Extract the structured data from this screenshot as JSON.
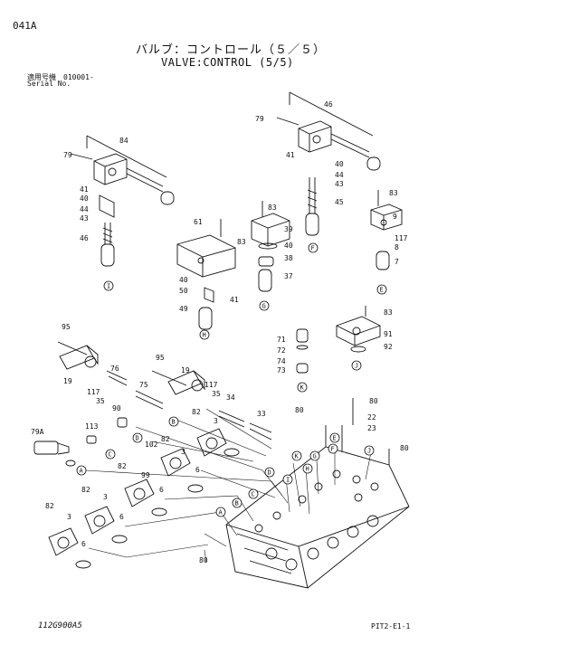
{
  "header": {
    "page_code": "041A",
    "title_jp": "バルブ：コントロール（５／５）",
    "title_en": "VALVE:CONTROL (5/5)",
    "serial_label_jp": "適用号機　010001-",
    "serial_label_en": "Serial No."
  },
  "footer": {
    "figure_code": "112G900A5",
    "page_ref": "PIT2-E1-1"
  },
  "callouts": [
    {
      "id": "c79a",
      "label": "79"
    },
    {
      "id": "c84",
      "label": "84"
    },
    {
      "id": "c41a",
      "label": "41"
    },
    {
      "id": "c40a",
      "label": "40"
    },
    {
      "id": "c44a",
      "label": "44"
    },
    {
      "id": "c43a",
      "label": "43"
    },
    {
      "id": "c46a",
      "label": "46"
    },
    {
      "id": "c61",
      "label": "61"
    },
    {
      "id": "c83a",
      "label": "83"
    },
    {
      "id": "c40b",
      "label": "40"
    },
    {
      "id": "c50",
      "label": "50"
    },
    {
      "id": "c41b",
      "label": "41"
    },
    {
      "id": "c49",
      "label": "49"
    },
    {
      "id": "c83b",
      "label": "83"
    },
    {
      "id": "c39",
      "label": "39"
    },
    {
      "id": "c40c",
      "label": "40"
    },
    {
      "id": "c38",
      "label": "38"
    },
    {
      "id": "c37",
      "label": "37"
    },
    {
      "id": "c46b",
      "label": "46"
    },
    {
      "id": "c79b",
      "label": "79"
    },
    {
      "id": "c41c",
      "label": "41"
    },
    {
      "id": "c40d",
      "label": "40"
    },
    {
      "id": "c44b",
      "label": "44"
    },
    {
      "id": "c43b",
      "label": "43"
    },
    {
      "id": "c45",
      "label": "45"
    },
    {
      "id": "c83c",
      "label": "83"
    },
    {
      "id": "c9",
      "label": "9"
    },
    {
      "id": "c117a",
      "label": "117"
    },
    {
      "id": "c8",
      "label": "8"
    },
    {
      "id": "c7",
      "label": "7"
    },
    {
      "id": "c83d",
      "label": "83"
    },
    {
      "id": "c91",
      "label": "91"
    },
    {
      "id": "c92",
      "label": "92"
    },
    {
      "id": "c71",
      "label": "71"
    },
    {
      "id": "c72",
      "label": "72"
    },
    {
      "id": "c74",
      "label": "74"
    },
    {
      "id": "c73",
      "label": "73"
    },
    {
      "id": "c95a",
      "label": "95"
    },
    {
      "id": "c19a",
      "label": "19"
    },
    {
      "id": "c117b",
      "label": "117"
    },
    {
      "id": "c35a",
      "label": "35"
    },
    {
      "id": "c76",
      "label": "76"
    },
    {
      "id": "c95b",
      "label": "95"
    },
    {
      "id": "c19b",
      "label": "19"
    },
    {
      "id": "c75",
      "label": "75"
    },
    {
      "id": "c117c",
      "label": "117"
    },
    {
      "id": "c35b",
      "label": "35"
    },
    {
      "id": "c34",
      "label": "34"
    },
    {
      "id": "c90",
      "label": "90"
    },
    {
      "id": "c113",
      "label": "113"
    },
    {
      "id": "c79A",
      "label": "79A"
    },
    {
      "id": "c82a",
      "label": "82"
    },
    {
      "id": "c3a",
      "label": "3"
    },
    {
      "id": "c33",
      "label": "33"
    },
    {
      "id": "c80a",
      "label": "80"
    },
    {
      "id": "c80b",
      "label": "80"
    },
    {
      "id": "c22",
      "label": "22"
    },
    {
      "id": "c23",
      "label": "23"
    },
    {
      "id": "c80c",
      "label": "80"
    },
    {
      "id": "c102",
      "label": "102"
    },
    {
      "id": "c82b",
      "label": "82"
    },
    {
      "id": "c3b",
      "label": "3"
    },
    {
      "id": "c6a",
      "label": "6"
    },
    {
      "id": "c82c",
      "label": "82"
    },
    {
      "id": "c99",
      "label": "99"
    },
    {
      "id": "c6b",
      "label": "6"
    },
    {
      "id": "c82d",
      "label": "82"
    },
    {
      "id": "c3c",
      "label": "3"
    },
    {
      "id": "c6c",
      "label": "6"
    },
    {
      "id": "c82e",
      "label": "82"
    },
    {
      "id": "c3d",
      "label": "3"
    },
    {
      "id": "c6d",
      "label": "6"
    },
    {
      "id": "c80d",
      "label": "80"
    }
  ],
  "connectors": [
    {
      "id": "kA1",
      "label": "A"
    },
    {
      "id": "kB1",
      "label": "B"
    },
    {
      "id": "kC1",
      "label": "C"
    },
    {
      "id": "kD1",
      "label": "D"
    },
    {
      "id": "kE1",
      "label": "E"
    },
    {
      "id": "kF1",
      "label": "F"
    },
    {
      "id": "kG1",
      "label": "G"
    },
    {
      "id": "kH1",
      "label": "H"
    },
    {
      "id": "kI1",
      "label": "I"
    },
    {
      "id": "kJ1",
      "label": "J"
    },
    {
      "id": "kK1",
      "label": "K"
    },
    {
      "id": "kA2",
      "label": "A"
    },
    {
      "id": "kB2",
      "label": "B"
    },
    {
      "id": "kC2",
      "label": "C"
    },
    {
      "id": "kD2",
      "label": "D"
    },
    {
      "id": "kE2",
      "label": "E"
    },
    {
      "id": "kF2",
      "label": "F"
    },
    {
      "id": "kG2",
      "label": "G"
    },
    {
      "id": "kH2",
      "label": "H"
    },
    {
      "id": "kI2",
      "label": "I"
    },
    {
      "id": "kJ2",
      "label": "J"
    },
    {
      "id": "kK2",
      "label": "K"
    }
  ]
}
